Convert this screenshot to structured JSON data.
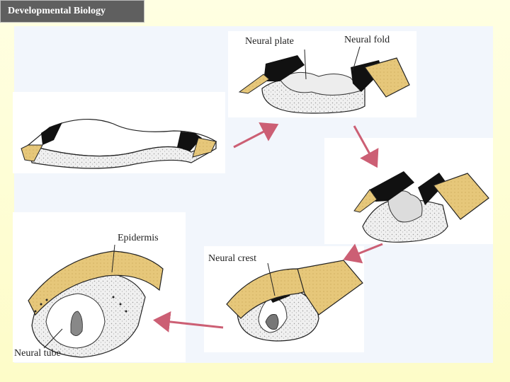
{
  "header": {
    "title": "Developmental Biology"
  },
  "diagram": {
    "labels": {
      "neural_plate": "Neural plate",
      "neural_fold": "Neural fold",
      "epidermis": "Epidermis",
      "neural_crest": "Neural crest",
      "neural_tube": "Neural tube"
    }
  },
  "colors": {
    "epidermis": "#e6c77a",
    "neural_black": "#111111",
    "mesoderm": "#e9e9e9",
    "arrow": "#cc5f74",
    "panel": "#f2f6fc"
  }
}
